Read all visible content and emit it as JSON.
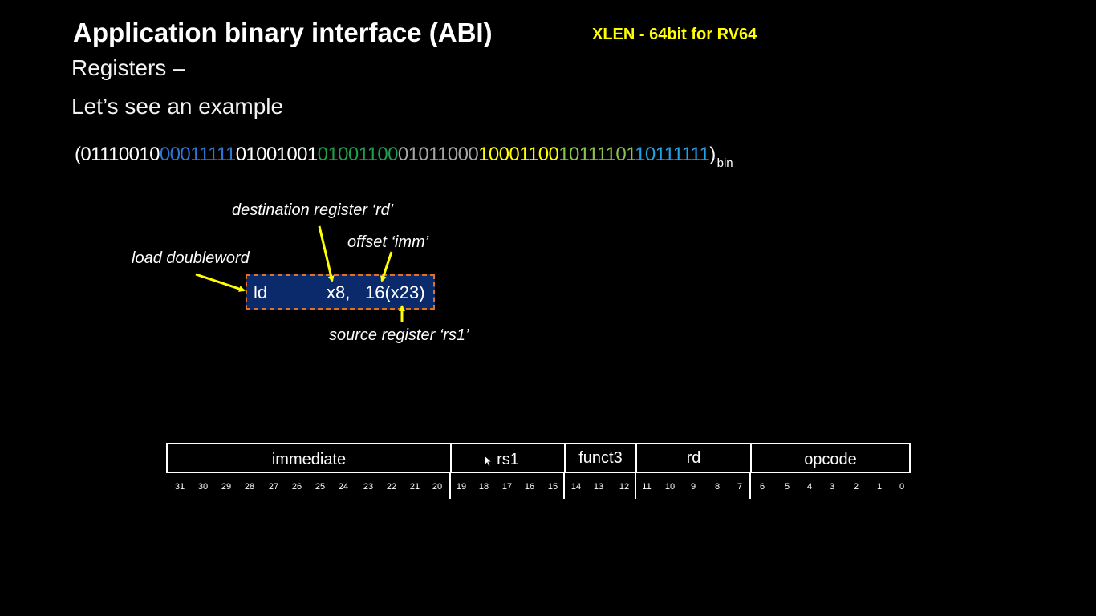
{
  "slide": {
    "title": "Application binary interface (ABI)",
    "xlen_note": "XLEN - 64bit for RV64",
    "subtitle": "Registers –",
    "example_heading": "Let’s see an example"
  },
  "binary": {
    "open": "(",
    "segments": [
      {
        "text": "01110010",
        "color": "#ffffff"
      },
      {
        "text": "00011111",
        "color": "#2e75d6"
      },
      {
        "text": "01001001",
        "color": "#ffffff"
      },
      {
        "text": "01001100",
        "color": "#1e9e4e"
      },
      {
        "text": "01011000",
        "color": "#a6a6a6"
      },
      {
        "text": "10001100",
        "color": "#ffff00"
      },
      {
        "text": "10111101",
        "color": "#8ac34a"
      },
      {
        "text": "10111111",
        "color": "#1ea2e8"
      }
    ],
    "close": ")",
    "subscript": "bin"
  },
  "instruction": {
    "mnemonic": "ld",
    "rd": "x8,",
    "offset_base": "16(x23)",
    "box_fill": "#0b2a6b",
    "box_border": "#e0702a"
  },
  "annotations": {
    "load_doubleword": "load doubleword",
    "destination_register": "destination register ‘rd’",
    "offset": "offset ‘imm’",
    "source_register": "source register ‘rs1’",
    "arrow_color": "#ffff00"
  },
  "format": {
    "fields": [
      {
        "label": "immediate"
      },
      {
        "label": "rs1"
      },
      {
        "label": "funct3"
      },
      {
        "label": "rd"
      },
      {
        "label": "opcode"
      }
    ],
    "bit_numbers": [
      "31",
      "30",
      "29",
      "28",
      "27",
      "26",
      "25",
      "24",
      "23",
      "22",
      "21",
      "20",
      "19",
      "18",
      "17",
      "16",
      "15",
      "14",
      "13",
      "12",
      "11",
      "10",
      "9",
      "8",
      "7",
      "6",
      "5",
      "4",
      "3",
      "2",
      "1",
      "0"
    ]
  }
}
